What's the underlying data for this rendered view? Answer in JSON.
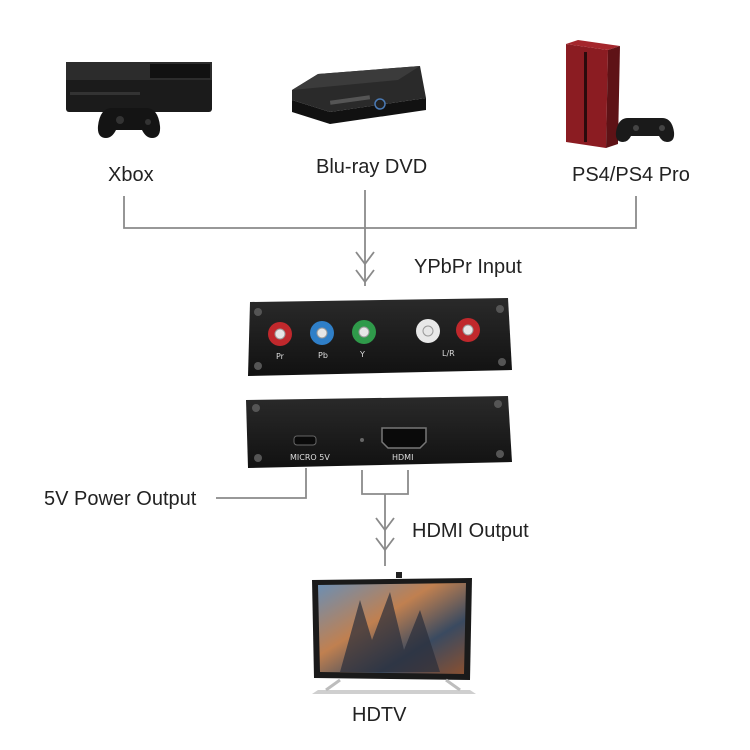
{
  "sources": [
    {
      "label": "Xbox",
      "icon": "xbox-console-icon"
    },
    {
      "label": "Blu-ray  DVD",
      "icon": "bluray-player-icon"
    },
    {
      "label": "PS4/PS4  Pro",
      "icon": "ps4-console-icon"
    }
  ],
  "input_label": "YPbPr  Input",
  "ypbpr_ports": [
    {
      "label": "Pr",
      "color": "#c0282c"
    },
    {
      "label": "Pb",
      "color": "#2f7fc8"
    },
    {
      "label": "Y",
      "color": "#2f9a4a"
    },
    {
      "label": "",
      "color": "#e8e8e8"
    },
    {
      "label": "",
      "color": "#c0282c"
    }
  ],
  "audio_label": "L/R",
  "micro_label": "MICRO 5V",
  "hdmi_port_label": "HDMI",
  "power_label": "5V  Power  Output",
  "output_label": "HDMI  Output",
  "tv_label": "HDTV",
  "colors": {
    "line": "#8a8a8a",
    "device": "#1c1c1c",
    "ps4": "#8b1c22"
  }
}
